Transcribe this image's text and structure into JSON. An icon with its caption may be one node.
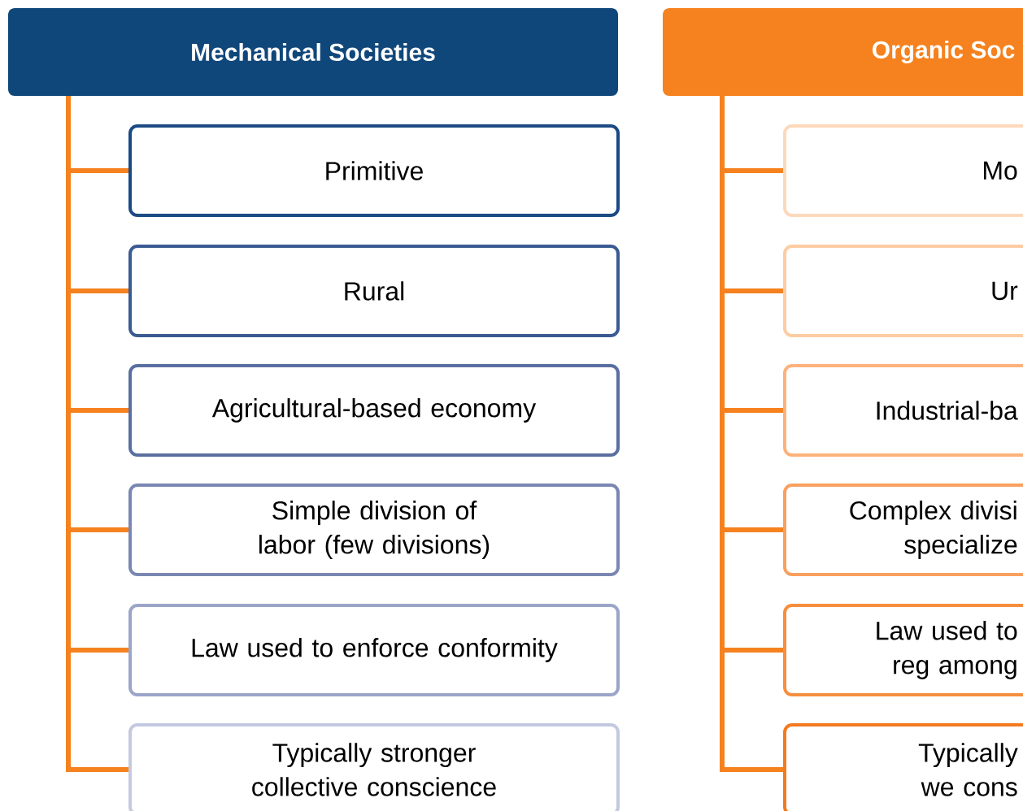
{
  "diagram": {
    "nodes": [
      {
        "text": [
          "Mechanical Societies"
        ]
      },
      {
        "text": [
          "Primitive"
        ]
      },
      {
        "text": [
          "Rural"
        ]
      },
      {
        "text": [
          "Agricultural-based economy"
        ]
      },
      {
        "text": [
          "Simple division of labor (few divisions)"
        ]
      },
      {
        "text": [
          "Law used to enforce conformity"
        ]
      },
      {
        "text": [
          "Typically stronger collective conscience"
        ]
      },
      {
        "text": [
          "Organic Soc"
        ]
      },
      {
        "text": [
          "Mo"
        ]
      },
      {
        "text": [
          "Ur"
        ]
      },
      {
        "text": [
          "Industrial-ba"
        ]
      },
      {
        "text": [
          "Complex divisi specialize"
        ]
      },
      {
        "text": [
          "Law used to reg among"
        ]
      },
      {
        "text": [
          "Typically we cons"
        ]
      }
    ],
    "edges": [
      {
        "from": 0,
        "to": 1,
        "arrow": "none"
      },
      {
        "from": 0,
        "to": 2,
        "arrow": "none"
      },
      {
        "from": 0,
        "to": 3,
        "arrow": "none"
      },
      {
        "from": 0,
        "to": 4,
        "arrow": "none"
      },
      {
        "from": 0,
        "to": 5,
        "arrow": "none"
      },
      {
        "from": 0,
        "to": 6,
        "arrow": "none"
      },
      {
        "from": 7,
        "to": 8,
        "arrow": "none"
      },
      {
        "from": 7,
        "to": 9,
        "arrow": "none"
      },
      {
        "from": 7,
        "to": 10,
        "arrow": "none"
      },
      {
        "from": 7,
        "to": 11,
        "arrow": "none"
      },
      {
        "from": 7,
        "to": 12,
        "arrow": "none"
      },
      {
        "from": 7,
        "to": 13,
        "arrow": "none"
      }
    ]
  }
}
